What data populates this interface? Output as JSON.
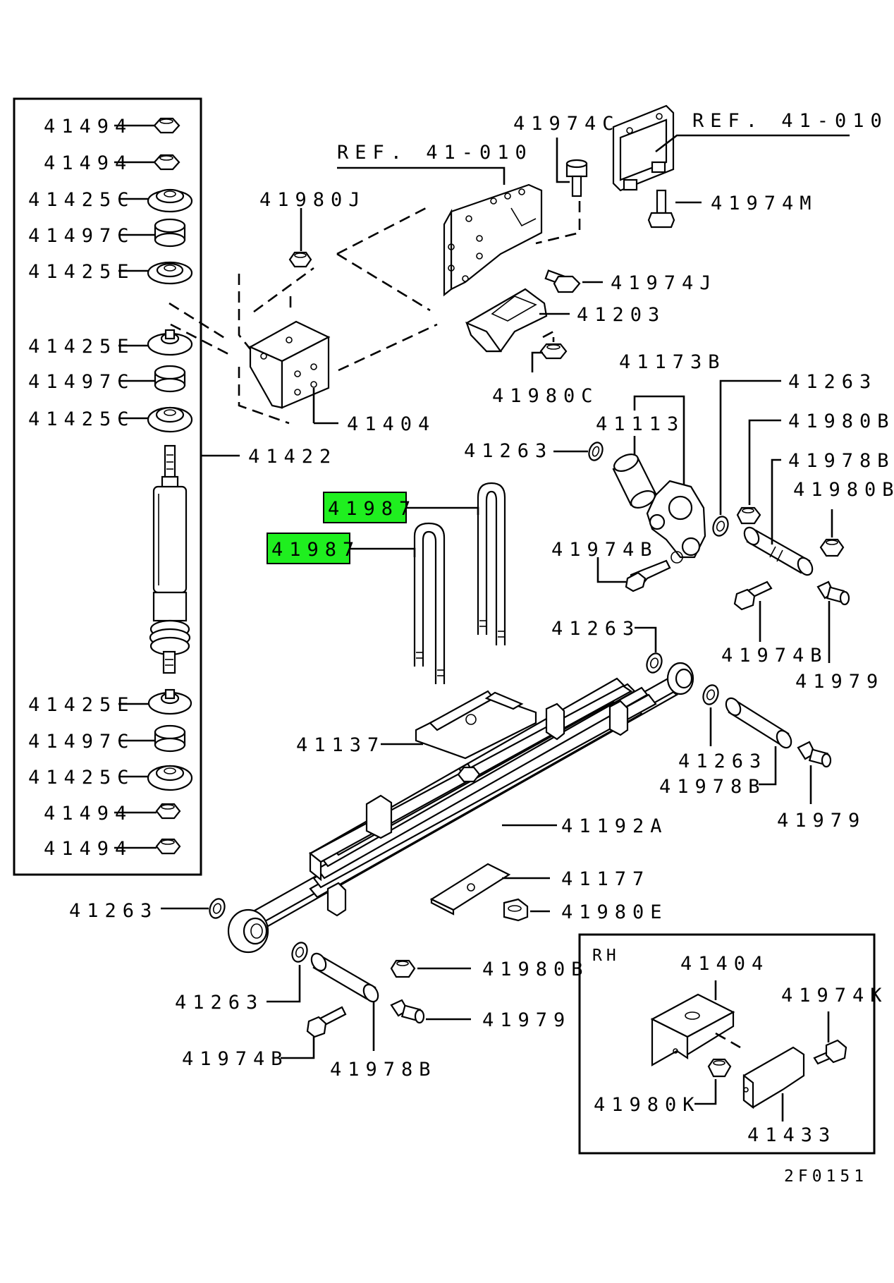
{
  "diagram_code": "2F0151",
  "refs": {
    "ref_left": "REF. 41-010",
    "ref_right": "REF. 41-010"
  },
  "shock_box_labels": {
    "l1": "41494",
    "l2": "41494",
    "l3": "41425C",
    "l4": "41497C",
    "l5": "41425E",
    "l6": "41425E",
    "l7": "41497C",
    "l8": "41425C",
    "l9": "41425E",
    "l10": "41497C",
    "l11": "41425C",
    "l12": "41494",
    "l13": "41494"
  },
  "labels": {
    "shock_absorber": "41422",
    "bracket": "41404",
    "nut_j": "41980J",
    "bolt_c": "41974C",
    "bolt_m": "41974M",
    "bolt_j": "41974J",
    "stopper": "41203",
    "nut_c": "41980C",
    "shackle": "41173B",
    "bushing": "41113",
    "washer_a": "41263",
    "washer_b": "41263",
    "nut_b_top": "41980B",
    "pin_top": "41978B",
    "nut_b_right": "41980B",
    "bolt_b_top": "41974B",
    "bolt_b_right": "41974B",
    "grease_top": "41979",
    "washer_mid": "41263",
    "washer_lower": "41263",
    "pin_mid": "41978B",
    "grease_mid": "41979",
    "seat": "41137",
    "leaf_spring": "41192A",
    "pad": "41177",
    "nut_e": "41980E",
    "washer_front": "41263",
    "washer_front2": "41263",
    "nut_b_bottom": "41980B",
    "grease_bottom": "41979",
    "bolt_b_bottom": "41974B",
    "pin_bottom": "41978B"
  },
  "highlighted": {
    "ubolt_1": "41987",
    "ubolt_2": "41987"
  },
  "rh_inset": {
    "title": "RH",
    "bracket": "41404",
    "bolt_k": "41974K",
    "nut_k": "41980K",
    "plate": "41433"
  },
  "colors": {
    "highlight": "#1fef1f",
    "line": "#000000"
  }
}
